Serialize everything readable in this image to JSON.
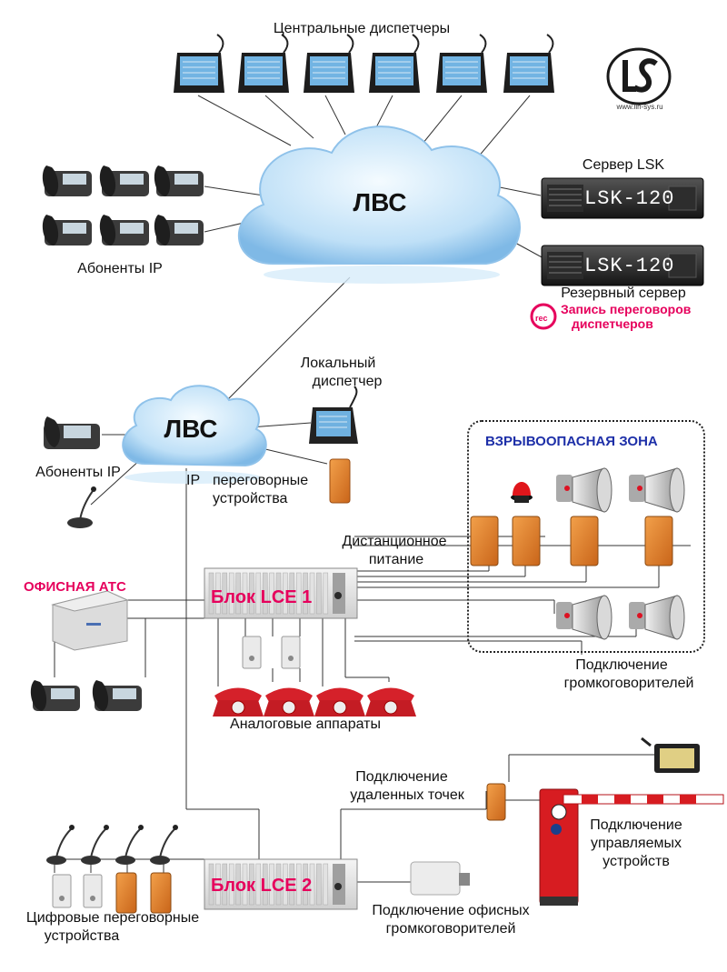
{
  "header": {
    "title": "Центральные диспетчеры",
    "site": "www.lin-sys.ru"
  },
  "clouds": {
    "main": "ЛВС",
    "local": "ЛВС"
  },
  "labels": {
    "ip_subscribers_top": "Абоненты IP",
    "ip_subscribers_local": "Абоненты IP",
    "server_lsk": "Сервер LSK",
    "server_backup": "Резервный сервер",
    "recording_line1": "Запись переговоров",
    "recording_line2": "диспетчеров",
    "rec_badge": "rec",
    "local_dispatcher_line1": "Локальный",
    "local_dispatcher_line2": "диспетчер",
    "ip_marker": "IP",
    "intercom_line1": "переговорные",
    "intercom_line2": "устройства",
    "hazard_zone": "ВЗРЫВООПАСНАЯ ЗОНА",
    "remote_power_line1": "Дистанционное",
    "remote_power_line2": "питание",
    "office_pbx": "ОФИСНАЯ  АТС",
    "block1": "Блок LCE 1",
    "block2": "Блок LCE 2",
    "speakers_line1": "Подключение",
    "speakers_line2": "громкоговорителей",
    "analog": "Аналоговые аппараты",
    "remote_points_line1": "Подключение",
    "remote_points_line2": "удаленных точек",
    "controlled_line1": "Подключение",
    "controlled_line2": "управляемых",
    "controlled_line3": "устройств",
    "digital_line1": "Цифровые переговорные",
    "digital_line2": "устройства",
    "office_speakers_line1": "Подключение офисных",
    "office_speakers_line2": "громкоговорителей",
    "server_text_1": "LSK-120",
    "server_text_2": "LSK-120"
  },
  "colors": {
    "accent": "#e6005c",
    "cloud": "#bfe0f7",
    "device_orange": "#e0822b",
    "phone_red": "#d5212a"
  }
}
